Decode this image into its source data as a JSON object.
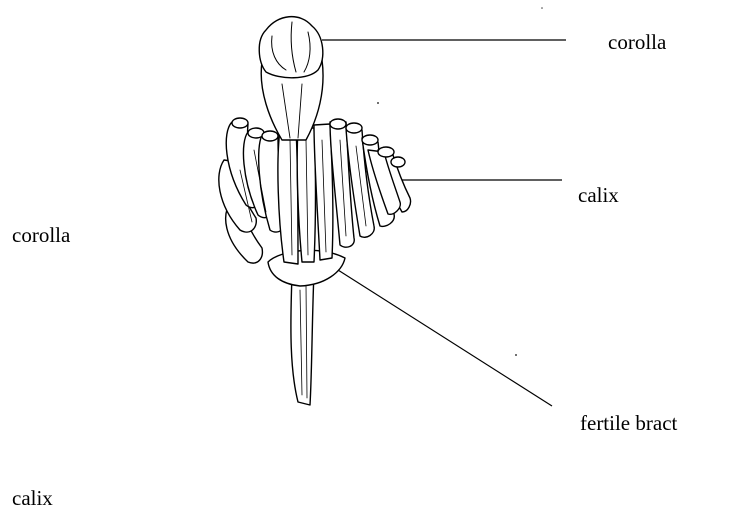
{
  "labels": {
    "corolla_right": "corolla",
    "calix_right": "calix",
    "corolla_left": "corolla",
    "fertile_bract": "fertile bract",
    "calix_left": "calix"
  },
  "colors": {
    "ink": "#000000",
    "background": "#ffffff"
  }
}
